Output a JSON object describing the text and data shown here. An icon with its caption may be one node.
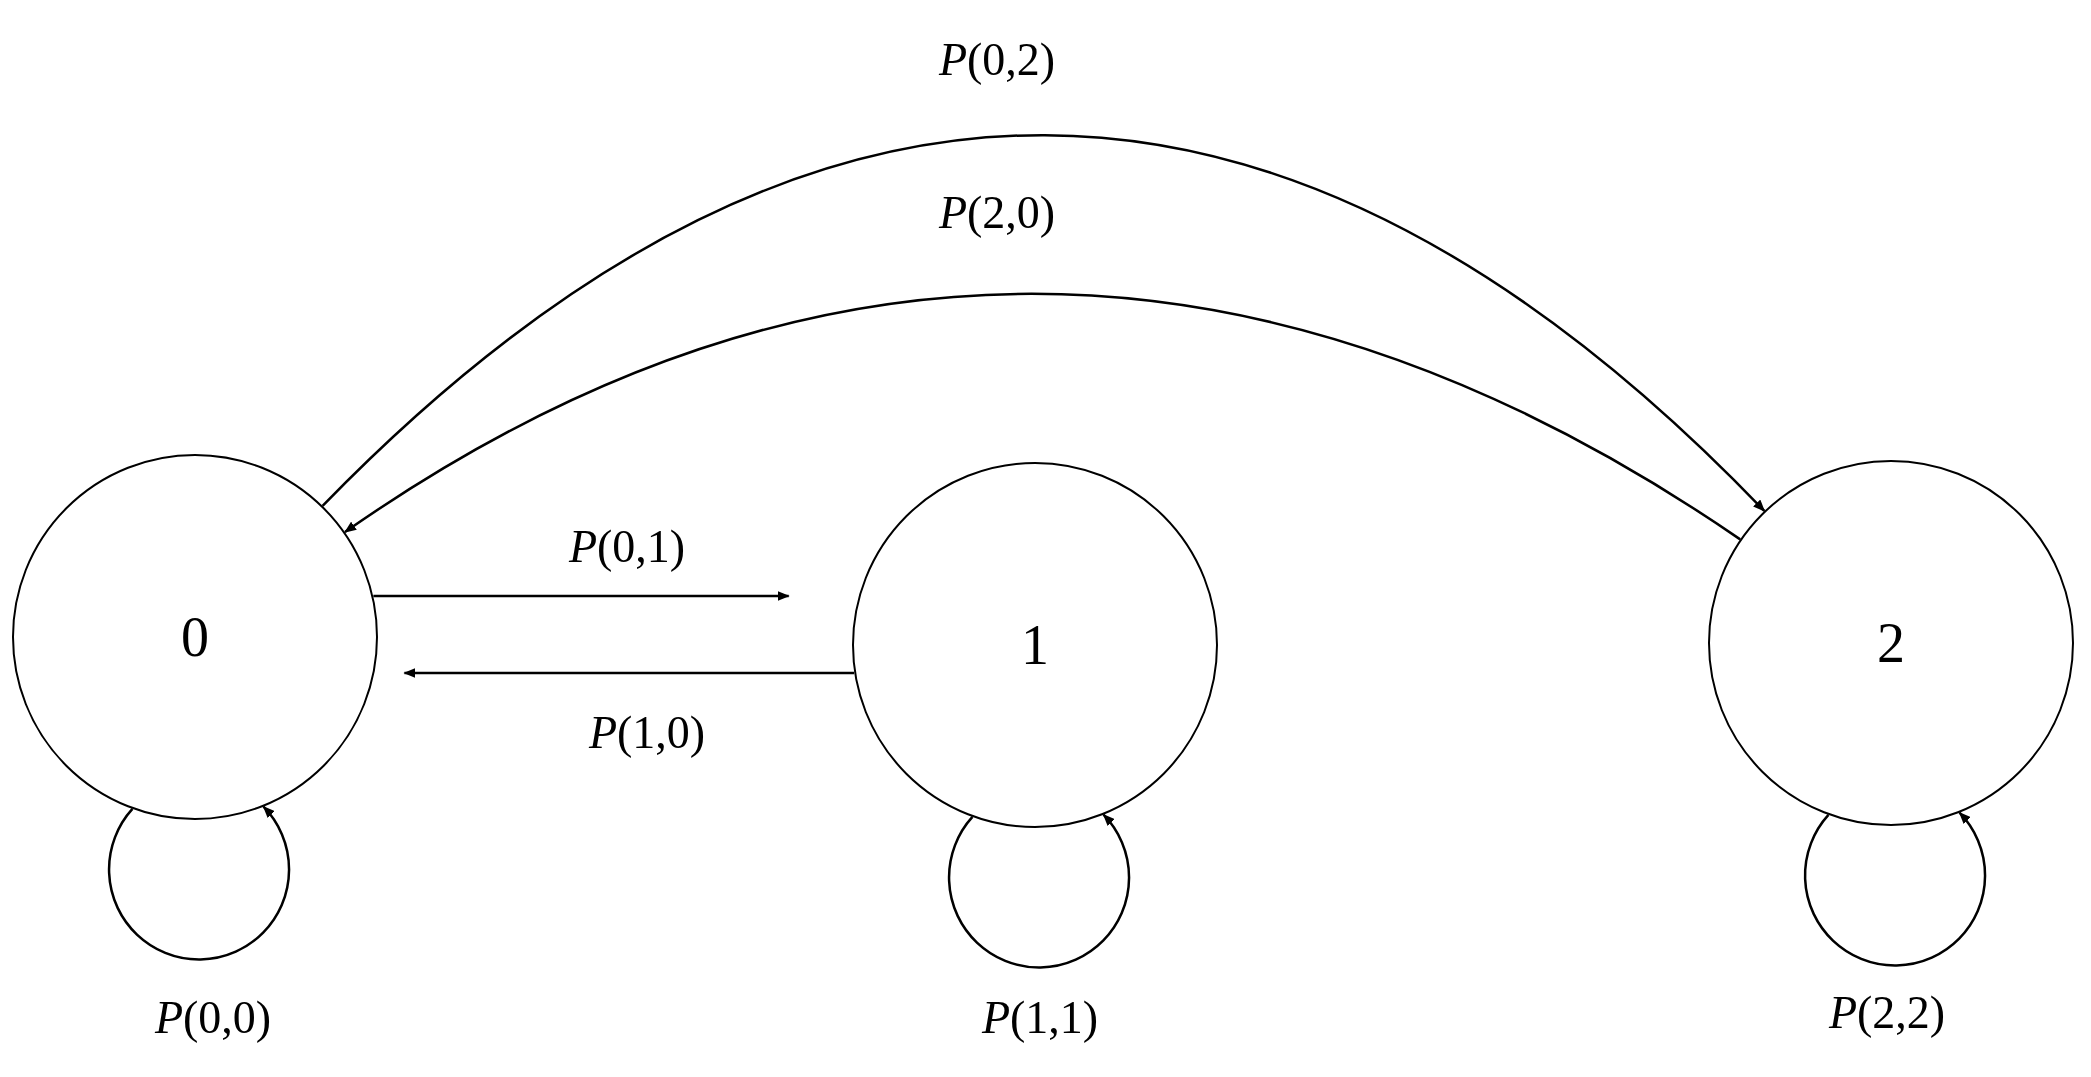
{
  "diagram": {
    "nodes": [
      {
        "text": [
          "0"
        ]
      },
      {
        "text": [
          "1"
        ]
      },
      {
        "text": [
          "2"
        ]
      }
    ],
    "edges": [
      {
        "from": 0,
        "to": 2,
        "arrow": "to",
        "label": "*P*(0,2)"
      },
      {
        "from": 2,
        "to": 0,
        "arrow": "to",
        "label": "*P*(2,0)"
      },
      {
        "from": 0,
        "to": 1,
        "arrow": "to",
        "label": "*P*(0,1)"
      },
      {
        "from": 1,
        "to": 0,
        "arrow": "to",
        "label": "*P*(1,0)"
      },
      {
        "from": 0,
        "to": 0,
        "arrow": "to",
        "label": "*P*(0,0)"
      },
      {
        "from": 1,
        "to": 1,
        "arrow": "to",
        "label": "*P*(1,1)"
      },
      {
        "from": 2,
        "to": 2,
        "arrow": "to",
        "label": "*P*(2,2)"
      }
    ]
  }
}
